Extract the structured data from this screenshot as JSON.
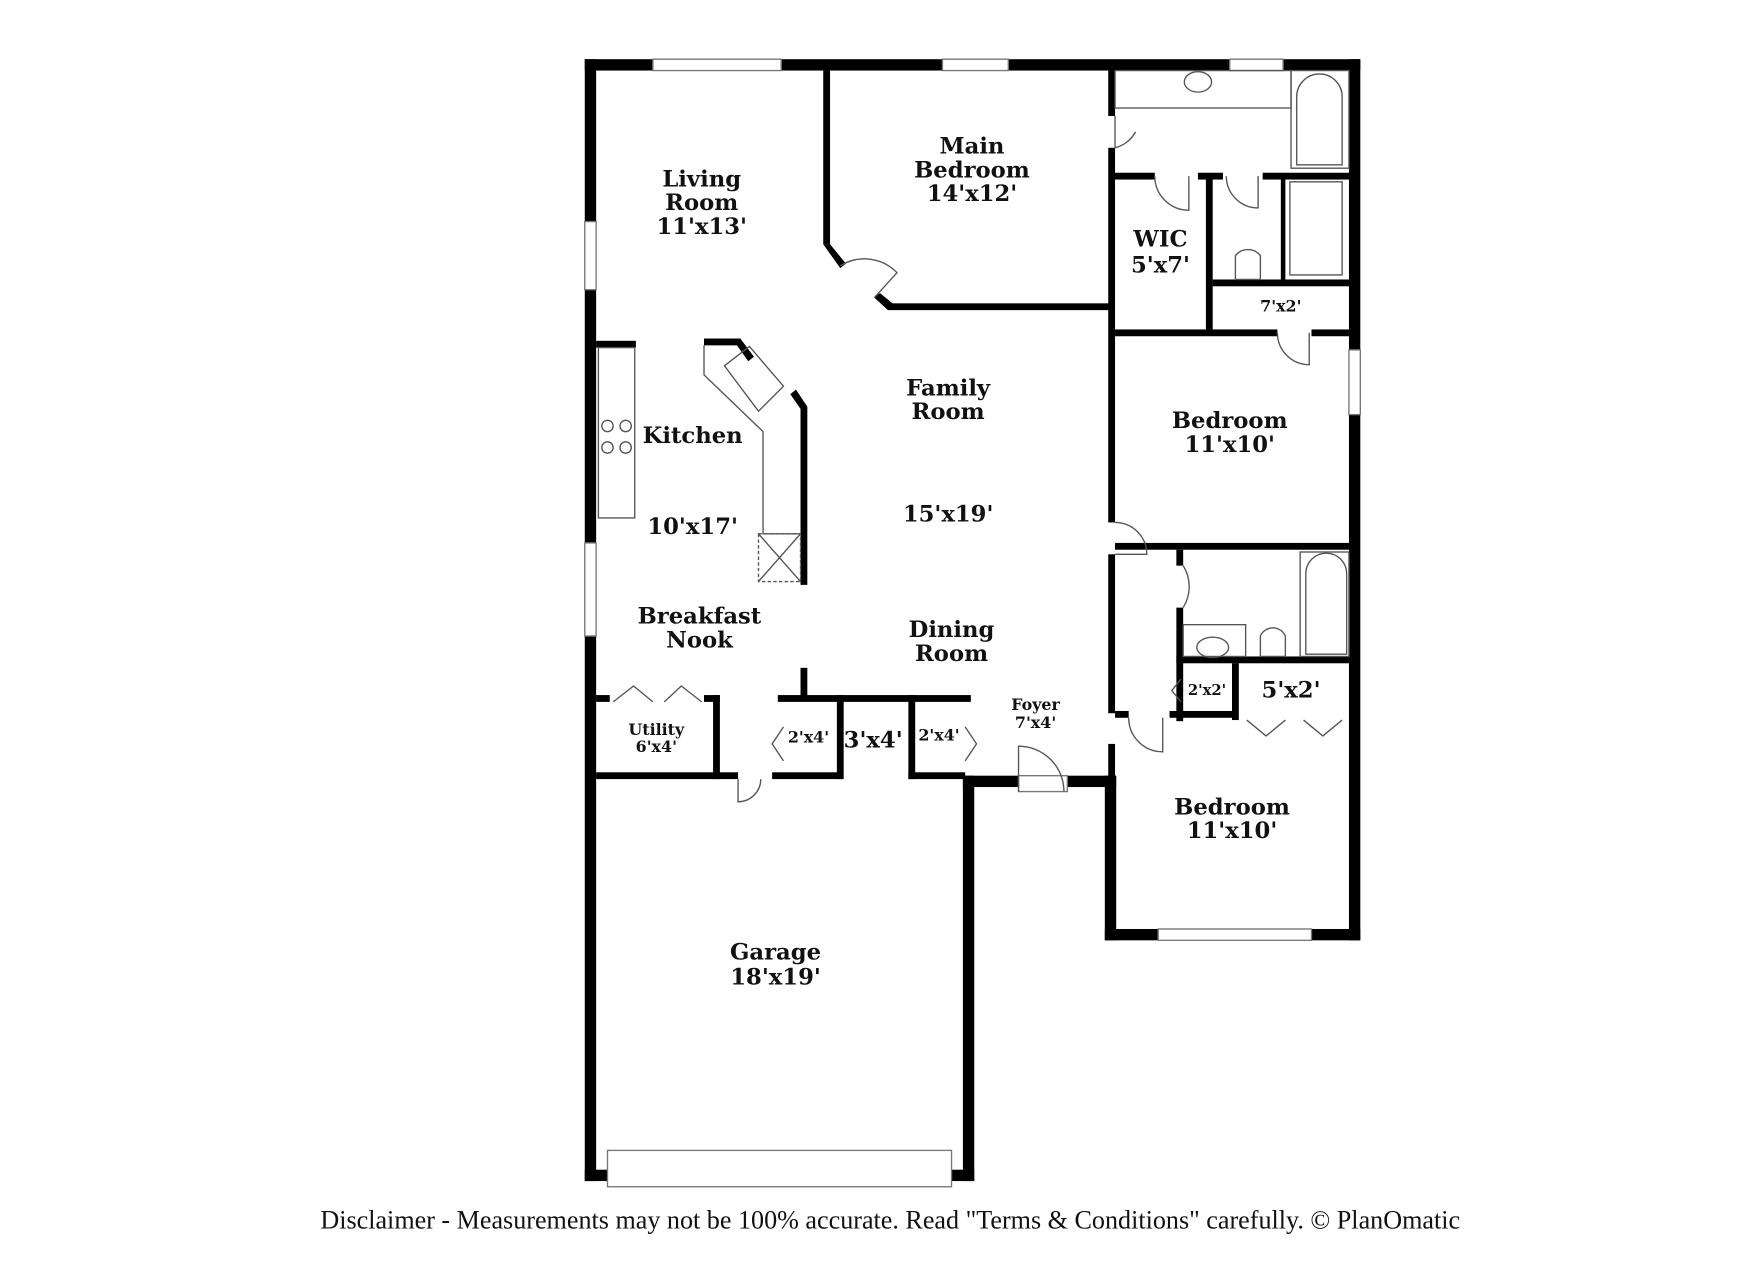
{
  "rooms": {
    "living": {
      "name_1": "Living",
      "name_2": "Room",
      "size": "11'x13'"
    },
    "main_bedroom": {
      "name_1": "Main",
      "name_2": "Bedroom",
      "size": "14'x12'"
    },
    "wic": {
      "name": "WIC",
      "size": "5'x7'"
    },
    "closet_7x2": {
      "size": "7'x2'"
    },
    "family": {
      "name_1": "Family",
      "name_2": "Room",
      "size": "15'x19'"
    },
    "kitchen": {
      "name": "Kitchen",
      "size": "10'x17'"
    },
    "bedroom_2": {
      "name": "Bedroom",
      "size": "11'x10'"
    },
    "breakfast": {
      "name_1": "Breakfast",
      "name_2": "Nook"
    },
    "dining": {
      "name_1": "Dining",
      "name_2": "Room"
    },
    "utility": {
      "name": "Utility",
      "size": "6'x4'"
    },
    "closet_a": {
      "size": "2'x4'"
    },
    "closet_b": {
      "size": "3'x4'"
    },
    "closet_c": {
      "size": "2'x4'"
    },
    "foyer": {
      "name": "Foyer",
      "size": "7'x4'"
    },
    "closet_2x2": {
      "size": "2'x2'"
    },
    "closet_5x2": {
      "size": "5'x2'"
    },
    "bedroom_3": {
      "name": "Bedroom",
      "size": "11'x10'"
    },
    "garage": {
      "name": "Garage",
      "size": "18'x19'"
    }
  },
  "disclaimer": "Disclaimer - Measurements may not be 100% accurate. Read \"Terms & Conditions\" carefully. © PlanOmatic"
}
